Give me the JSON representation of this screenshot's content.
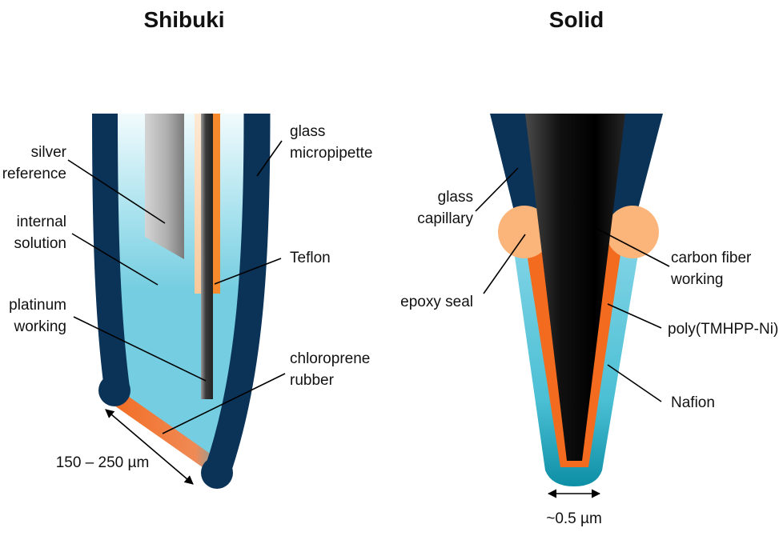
{
  "titles": {
    "left": "Shibuki",
    "right": "Solid"
  },
  "shibuki_labels": {
    "silver_line1": "silver",
    "silver_line2": "reference",
    "internal_line1": "internal",
    "internal_line2": "solution",
    "platinum_line1": "platinum",
    "platinum_line2": "working",
    "glass_line1": "glass",
    "glass_line2": "micropipette",
    "teflon": "Teflon",
    "chloro_line1": "chloroprene",
    "chloro_line2": "rubber",
    "dimension": "150 – 250 µm"
  },
  "solid_labels": {
    "glass_line1": "glass",
    "glass_line2": "capillary",
    "epoxy": "epoxy seal",
    "carbon_line1": "carbon fiber",
    "carbon_line2": "working",
    "poly": "poly(TMHPP-Ni)",
    "nafion": "Nafion",
    "dimension": "~0.5 µm"
  },
  "colors": {
    "glass_dark": "#0b3358",
    "solution": "#72ccdf",
    "silver": "#a9a9a9",
    "teflon_orange": "#f6892c",
    "epoxy": "#fbb57a",
    "poly_orange": "#f26b1f",
    "nafion_teal": "#1aa6b8"
  }
}
